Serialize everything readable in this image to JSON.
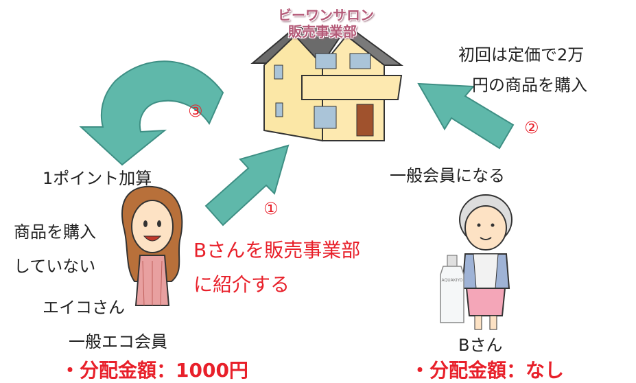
{
  "house": {
    "title_line1": "ビーワンサロン",
    "title_line2": "販売事業部"
  },
  "steps": {
    "one": "①",
    "two": "②",
    "three": "③"
  },
  "annotations": {
    "first_purchase_line1": "初回は定価で2万",
    "first_purchase_line2": "円の商品を購入",
    "become_member": "一般会員になる",
    "add_point": "1ポイント加算",
    "not_purchased_line1": "商品を購入",
    "not_purchased_line2": "していない",
    "introduce_line1": "Bさんを販売事業部",
    "introduce_line2": "に紹介する"
  },
  "persons": {
    "eiko": {
      "name": "エイコさん",
      "role": "一般エコ会員",
      "distribution": "・分配金額：1000円"
    },
    "b": {
      "name": "Bさん",
      "distribution": "・分配金額：なし"
    }
  },
  "product": {
    "bottle_label": "AQUAKIYO"
  },
  "colors": {
    "arrow": "#5fb8aa",
    "arrow_stroke": "#3e8f84",
    "accent_red": "#e8202a",
    "house_wall": "#fbe7a6",
    "roof": "#6b6b6b"
  }
}
